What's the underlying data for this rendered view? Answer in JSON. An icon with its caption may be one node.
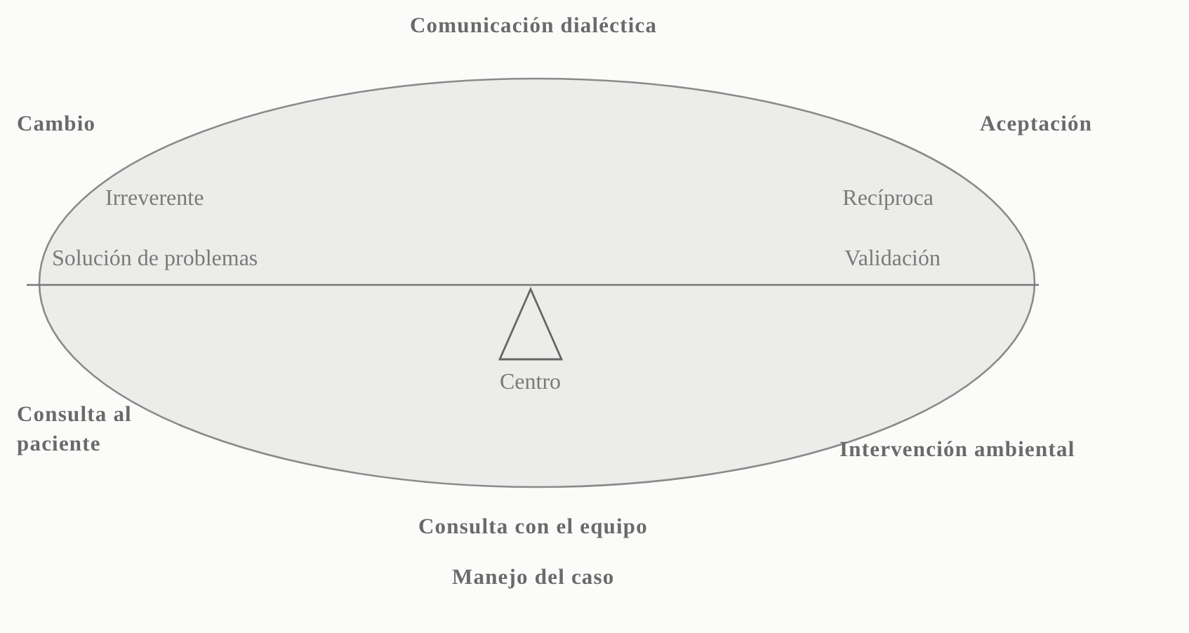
{
  "diagram": {
    "nodes": [
      {
        "text": [
          "Irreverente",
          "Recíproca",
          "Solución de problemas",
          "Validación"
        ]
      },
      {
        "text": [],
        "shape": "triangle",
        "in": 0,
        "beside": [
          "Centro"
        ]
      }
    ],
    "labels": [
      "Comunicación dialéctica",
      "Cambio",
      "Aceptación",
      "Consulta al paciente",
      "Intervención ambiental",
      "Consulta con el equipo",
      "Manejo del caso"
    ]
  }
}
